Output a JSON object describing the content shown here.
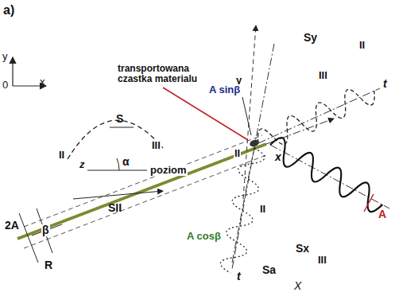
{
  "diagram": {
    "labels": [
      "a)",
      "y",
      "x",
      "0",
      "y",
      "transportowana czastka materialu",
      "A sinβ",
      "Sy",
      "II",
      "III",
      "t",
      "x",
      "II",
      "S",
      "II",
      "III",
      "z",
      "α",
      "poziom",
      "SII",
      "2A",
      "β",
      "R",
      "II",
      "A cosβ",
      "Sx",
      "III",
      "Sa",
      "t",
      "X",
      "A"
    ]
  }
}
